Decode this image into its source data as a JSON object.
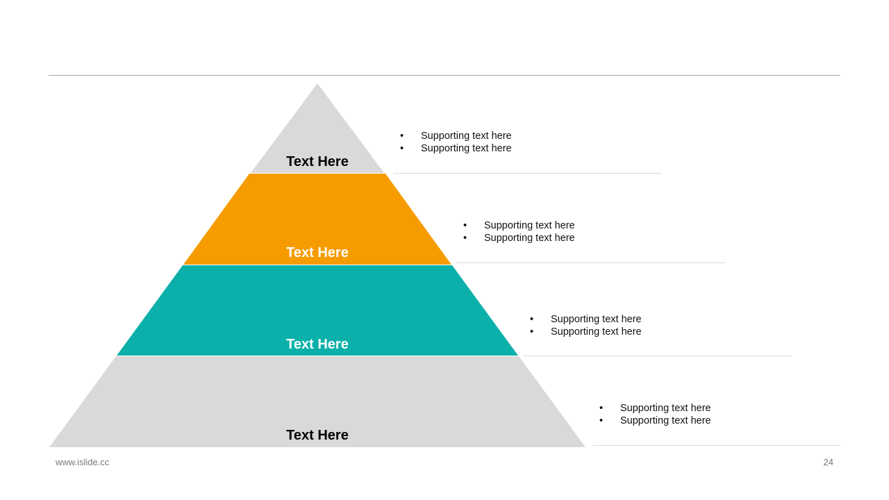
{
  "colors": {
    "gray": "#d9d9d9",
    "orange": "#f79c00",
    "teal": "#0bb0aa",
    "text_dark": "#000000",
    "text_light": "#ffffff"
  },
  "tiers": [
    {
      "label": "Text Here",
      "color": "#d9d9d9",
      "label_color": "#000000",
      "bullets": [
        "Supporting text here",
        "Supporting text here"
      ]
    },
    {
      "label": "Text Here",
      "color": "#f79c00",
      "label_color": "#ffffff",
      "bullets": [
        "Supporting text here",
        "Supporting text here"
      ]
    },
    {
      "label": "Text Here",
      "color": "#0bb0aa",
      "label_color": "#ffffff",
      "bullets": [
        "Supporting text here",
        "Supporting text here"
      ]
    },
    {
      "label": "Text Here",
      "color": "#d9d9d9",
      "label_color": "#000000",
      "bullets": [
        "Supporting text here",
        "Supporting text here"
      ]
    }
  ],
  "footer": {
    "url": "www.islide.cc",
    "page_number": "24"
  }
}
